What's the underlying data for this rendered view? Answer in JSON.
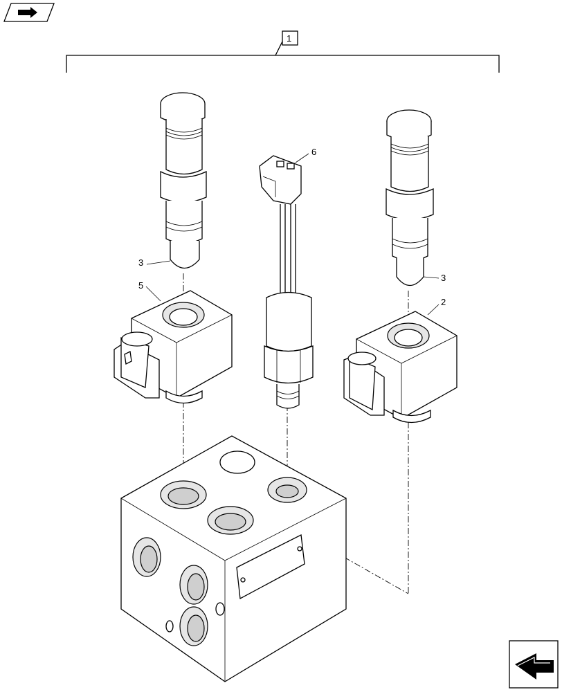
{
  "diagram": {
    "labels": {
      "assembly": "1",
      "coil_right": "2",
      "cartridge_left": "3",
      "cartridge_right": "3",
      "coil_left": "5",
      "pressure_switch": "6"
    },
    "icons": {
      "top_left": "book-arrow-icon",
      "bottom_right": "next-page-arrow-icon"
    }
  }
}
